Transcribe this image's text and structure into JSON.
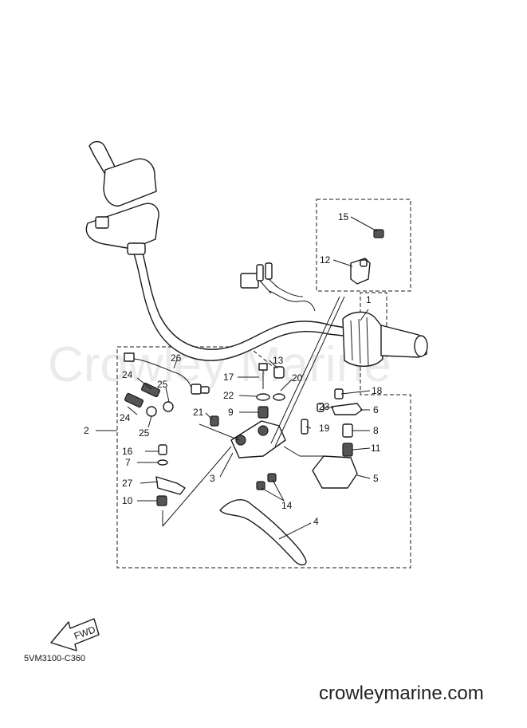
{
  "watermark": "Crowley Marine",
  "drawing_code": "5VM3100-C360",
  "site": "crowleymarine.com",
  "fwd_label": "FWD",
  "callouts": [
    "1",
    "2",
    "3",
    "4",
    "5",
    "6",
    "7",
    "8",
    "9",
    "10",
    "11",
    "12",
    "13",
    "14",
    "15",
    "16",
    "17",
    "18",
    "19",
    "20",
    "21",
    "22",
    "23",
    "24",
    "24",
    "25",
    "25",
    "26",
    "27"
  ]
}
